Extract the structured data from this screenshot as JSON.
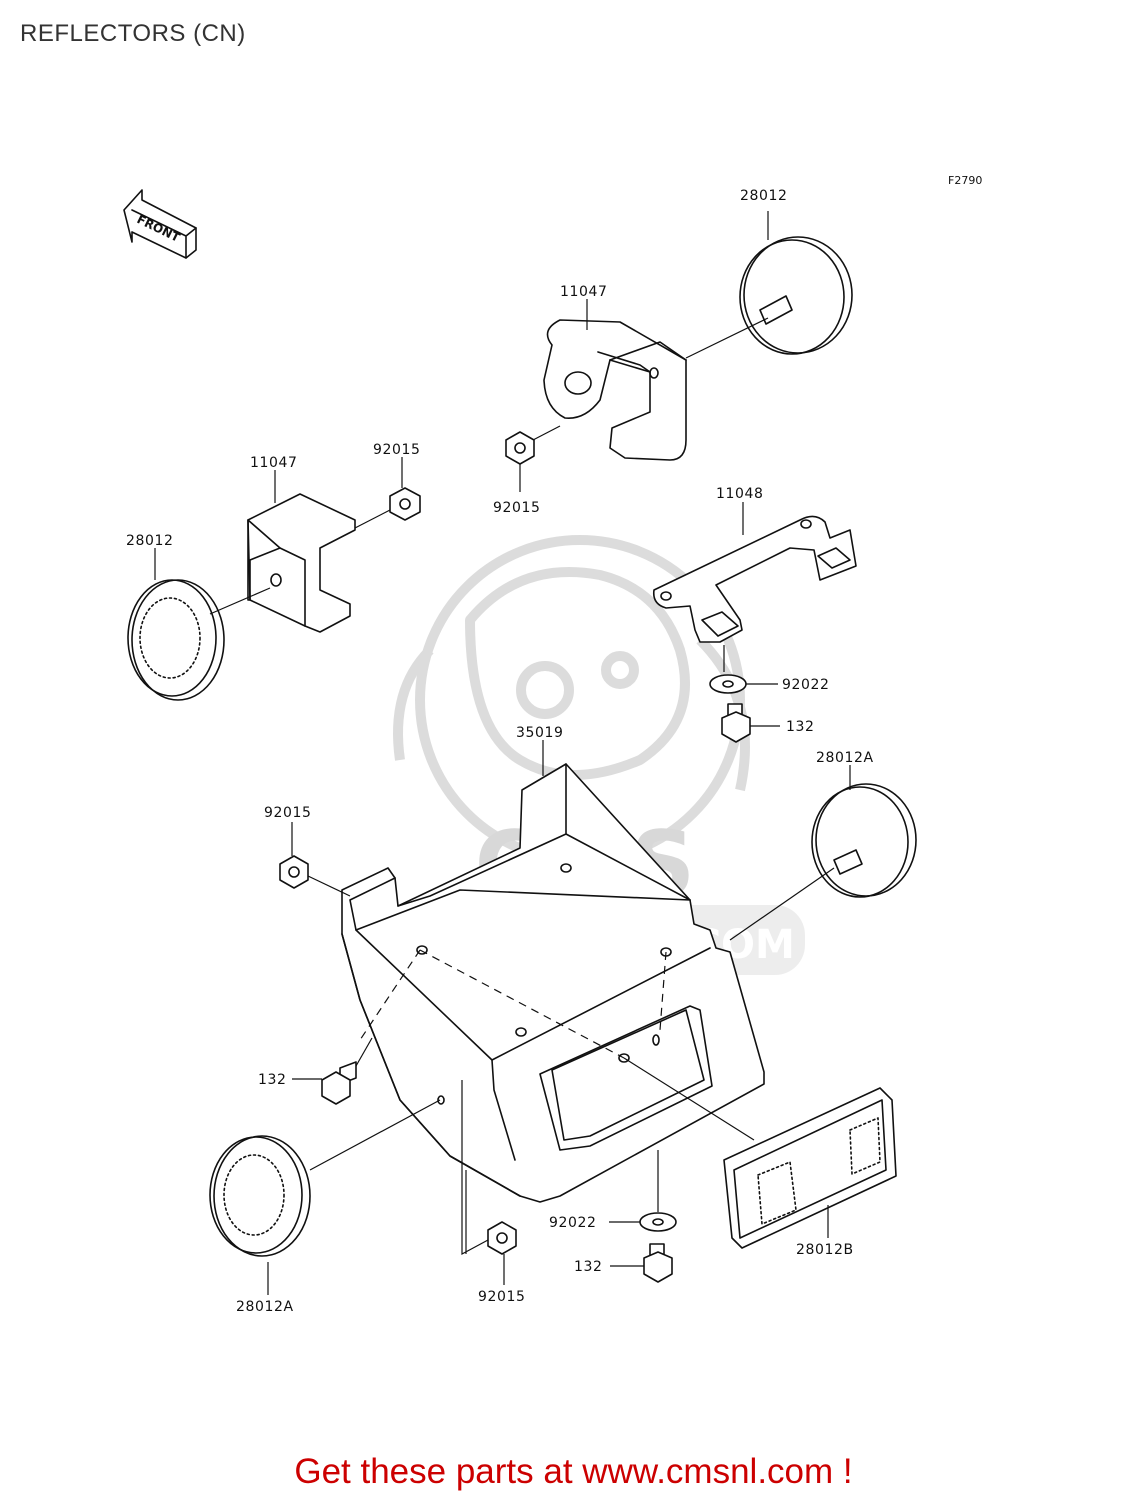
{
  "page": {
    "title": "REFLECTORS (CN)",
    "figure_code": "F2790",
    "footer_prefix": "Get these parts at ",
    "footer_link": "www.cmsnl.com",
    "footer_suffix": " !",
    "footer_color": "#cc0000"
  },
  "watermark": {
    "brand": "CMS",
    "url": "WWW.CMSNL.COM",
    "color": "#d4d4d4"
  },
  "orientation_marker": {
    "text": "FRONT",
    "icon": "front-arrow-icon"
  },
  "callouts": [
    {
      "id": "c-28012-top",
      "part": "28012"
    },
    {
      "id": "c-11047-top",
      "part": "11047"
    },
    {
      "id": "c-92015-top",
      "part": "92015"
    },
    {
      "id": "c-11047-left",
      "part": "11047"
    },
    {
      "id": "c-92015-left",
      "part": "92015"
    },
    {
      "id": "c-28012-left",
      "part": "28012"
    },
    {
      "id": "c-11048",
      "part": "11048"
    },
    {
      "id": "c-92022-upper",
      "part": "92022"
    },
    {
      "id": "c-132-upper",
      "part": "132"
    },
    {
      "id": "c-35019",
      "part": "35019"
    },
    {
      "id": "c-28012a-right",
      "part": "28012A"
    },
    {
      "id": "c-92015-mid",
      "part": "92015"
    },
    {
      "id": "c-132-left",
      "part": "132"
    },
    {
      "id": "c-28012a-bottom",
      "part": "28012A"
    },
    {
      "id": "c-92015-bottom",
      "part": "92015"
    },
    {
      "id": "c-92022-lower",
      "part": "92022"
    },
    {
      "id": "c-132-lower",
      "part": "132"
    },
    {
      "id": "c-28012b",
      "part": "28012B"
    }
  ]
}
